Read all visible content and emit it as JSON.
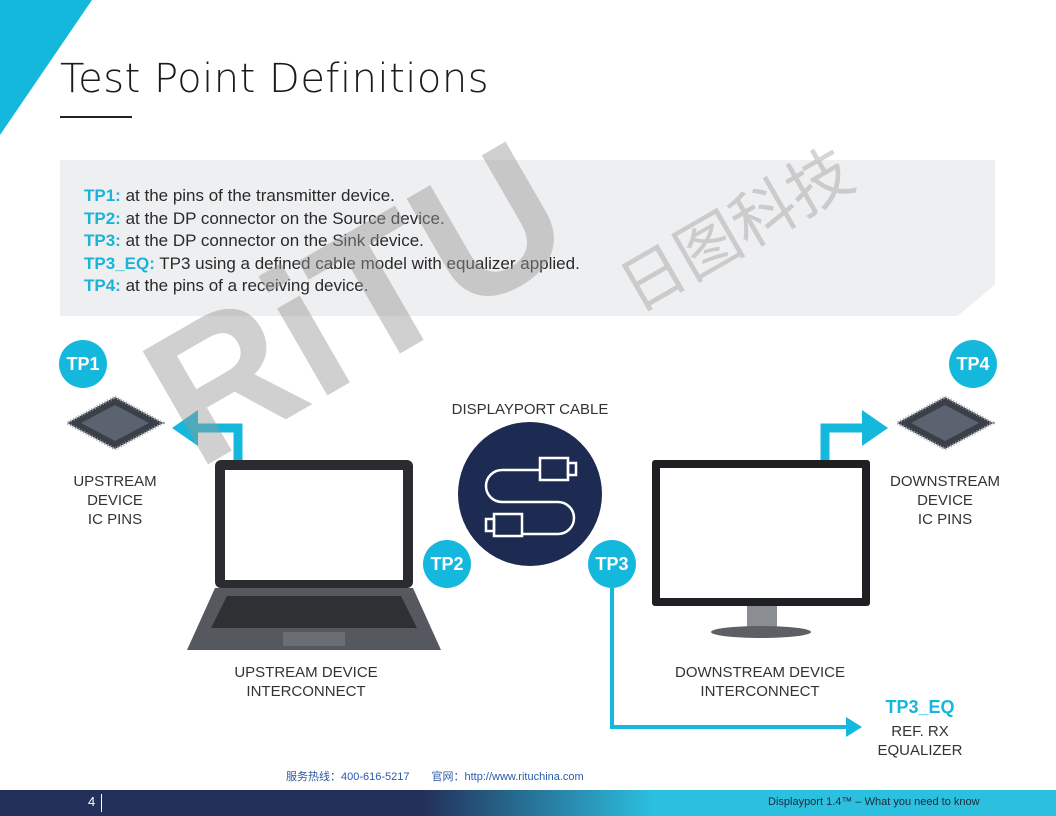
{
  "title": "Test Point Definitions",
  "definitions": [
    {
      "key": "TP1:",
      "text": " at the pins of the transmitter device."
    },
    {
      "key": "TP2:",
      "text": " at the DP connector on the Source device."
    },
    {
      "key": "TP3:",
      "text": " at the DP connector on the Sink device."
    },
    {
      "key": "TP3_EQ:",
      "text": " TP3 using a defined cable model with equalizer applied."
    },
    {
      "key": "TP4:",
      "text": " at the pins of a receiving device."
    }
  ],
  "badges": {
    "tp1": "TP1",
    "tp2": "TP2",
    "tp3": "TP3",
    "tp4": "TP4"
  },
  "labels": {
    "upstream_ic": [
      "UPSTREAM",
      "DEVICE",
      "IC PINS"
    ],
    "downstream_ic": [
      "DOWNSTREAM",
      "DEVICE",
      "IC PINS"
    ],
    "cable": "DISPLAYPORT CABLE",
    "upstream_interconnect": [
      "UPSTREAM DEVICE",
      "INTERCONNECT"
    ],
    "downstream_interconnect": [
      "DOWNSTREAM DEVICE",
      "INTERCONNECT"
    ],
    "tp3_eq": "TP3_EQ",
    "ref_rx": [
      "REF. RX",
      "EQUALIZER"
    ]
  },
  "watermark": {
    "logo": "RiTU",
    "chinese": "日图科技"
  },
  "contact": "服务热线：400-616-5217　　官网：http://www.rituchina.com",
  "footer": {
    "page": "4",
    "title": "Displayport 1.4™ – What you need to know"
  },
  "colors": {
    "accent": "#14b8dc",
    "navy": "#233059"
  }
}
